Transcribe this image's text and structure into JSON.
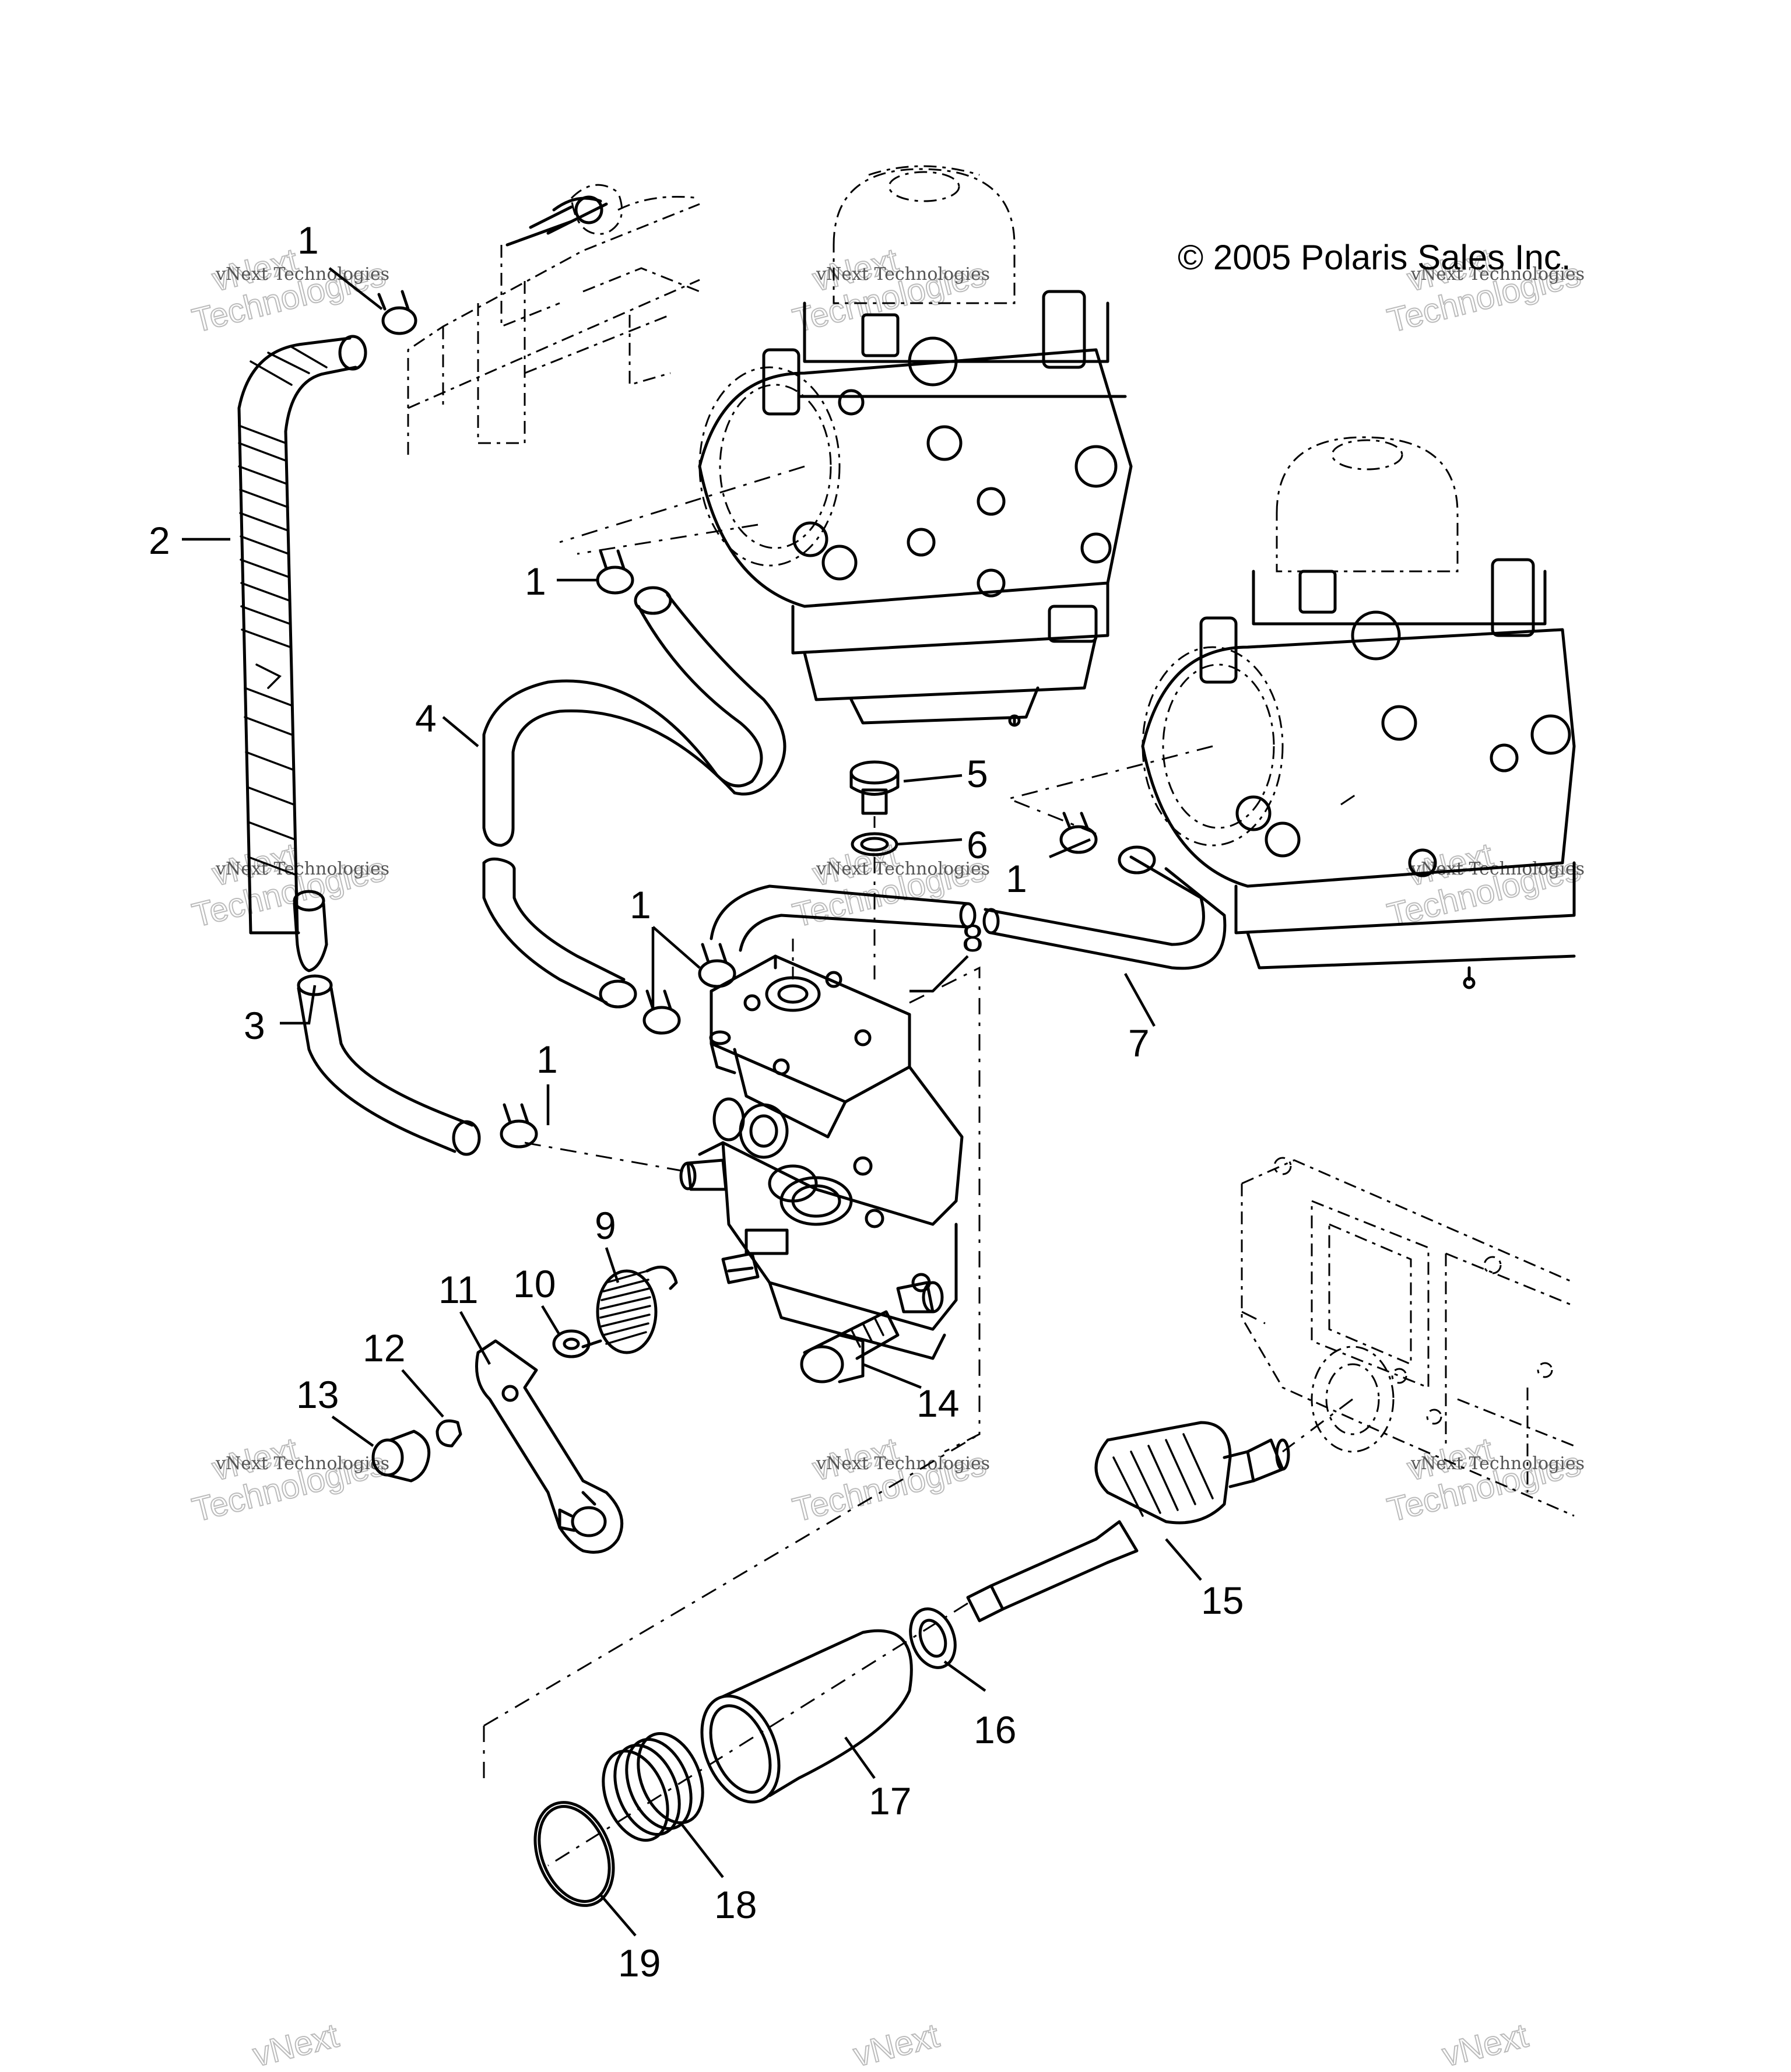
{
  "copyright": "© 2005 Polaris Sales Inc.",
  "watermark": {
    "line1": "vNext Technologies",
    "big1": "vNext",
    "big2": "Technologies"
  },
  "callouts": {
    "c1": "1",
    "c2": "2",
    "c3": "3",
    "c4": "4",
    "c5": "5",
    "c6": "6",
    "c7": "7",
    "c8": "8",
    "c9": "9",
    "c10": "10",
    "c11": "11",
    "c12": "12",
    "c13": "13",
    "c14": "14",
    "c15": "15",
    "c16": "16",
    "c17": "17",
    "c18": "18",
    "c19": "19"
  }
}
